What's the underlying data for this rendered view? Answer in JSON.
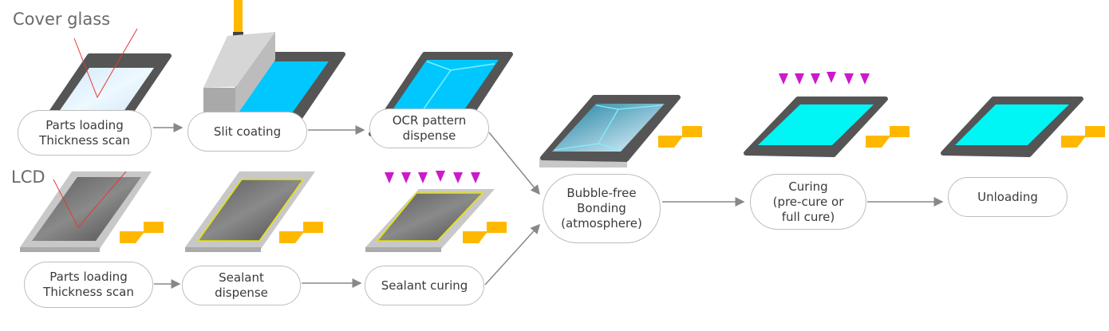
{
  "labels": {
    "cover_glass": "Cover glass",
    "lcd": "LCD"
  },
  "steps": {
    "cg_loading": "Parts loading\nThickness scan",
    "slit_coating": "Slit coating",
    "ocr_dispense": "OCR pattern\ndispense",
    "lcd_loading": "Parts loading\nThickness scan",
    "sealant_dispense": "Sealant\ndispense",
    "sealant_curing": "Sealant curing",
    "bonding": "Bubble-free\nBonding\n(atmosphere)",
    "curing": "Curing\n(pre-cure or\nfull cure)",
    "unloading": "Unloading"
  },
  "colors": {
    "frame": "#555555",
    "ocr": "#00c8ff",
    "cured": "#00f5f5",
    "uv": "#cc19cc",
    "fpc": "#ffb800",
    "laser": "#e53935"
  }
}
